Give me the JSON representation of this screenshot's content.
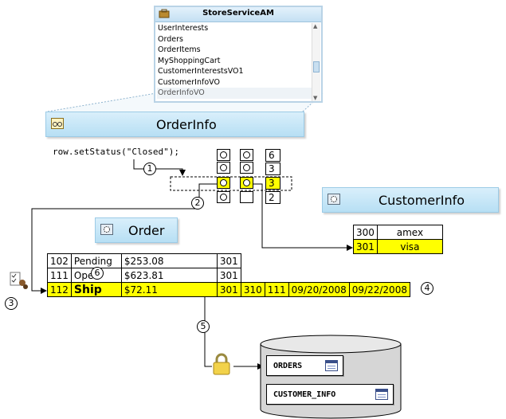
{
  "app_module": {
    "title": "StoreServiceAM",
    "items": [
      "UserInterests",
      "Orders",
      "OrderItems",
      "MyShoppingCart",
      "CustomerInterestsVO1",
      "CustomerInfoVO",
      "OrderInfoVO"
    ]
  },
  "order_info": {
    "title": "OrderInfo"
  },
  "code": "row.setStatus(\"Closed\");",
  "row_set": {
    "values": [
      "6",
      "3",
      "3",
      "2"
    ]
  },
  "customer_info": {
    "title": "CustomerInfo",
    "rows": [
      [
        "300",
        "amex"
      ],
      [
        "301",
        "visa"
      ]
    ]
  },
  "order": {
    "title": "Order"
  },
  "entity_cache": {
    "rows": [
      [
        "102",
        "Pending",
        "$253.08",
        "301"
      ],
      [
        "111",
        "Open",
        "$623.81",
        "301"
      ],
      [
        "112",
        "Ship",
        "$72.11",
        "301",
        "310",
        "111",
        "09/20/2008",
        "09/22/2008"
      ]
    ]
  },
  "callouts": [
    "1",
    "2",
    "3",
    "4",
    "5",
    "6"
  ],
  "database": {
    "tables": [
      "ORDERS",
      "CUSTOMER_INFO"
    ]
  },
  "colors": {
    "highlight": "#ffff00",
    "header": "#c4e4f6",
    "panel_border": "#b9d3e6"
  }
}
